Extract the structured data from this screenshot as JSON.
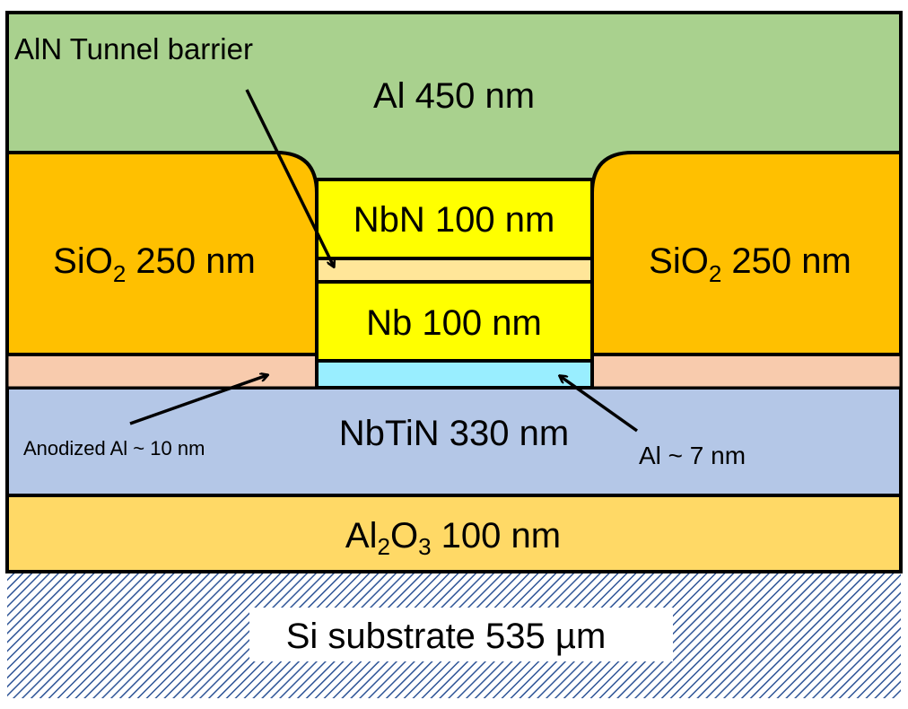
{
  "title": "Josephson junction layer stack cross-section",
  "layers": {
    "al_top": {
      "label": "Al 450 nm",
      "color": "#A9D18E"
    },
    "sio2_left": {
      "label_main": "SiO",
      "label_sub": "2",
      "label_rest": " 250 nm",
      "color": "#FFC000"
    },
    "sio2_right": {
      "label_main": "SiO",
      "label_sub": "2",
      "label_rest": " 250 nm",
      "color": "#FFC000"
    },
    "nbn": {
      "label": "NbN 100 nm",
      "color": "#FFFF00"
    },
    "aln": {
      "color": "#FFE699"
    },
    "nb": {
      "label": "Nb 100 nm",
      "color": "#FFFF00"
    },
    "al_thin": {
      "color": "#99EEFF"
    },
    "anodized": {
      "color": "#F8CBAD"
    },
    "nbtin": {
      "label": "NbTiN 330 nm",
      "color": "#B4C7E7"
    },
    "al2o3": {
      "label_a": "Al",
      "label_sub1": "2",
      "label_b": "O",
      "label_sub2": "3",
      "label_rest": " 100 nm",
      "color": "#FFD966"
    },
    "si": {
      "label": "Si substrate 535 µm",
      "hatch_color": "#2F5597"
    }
  },
  "annotations": {
    "aln_barrier": "AlN Tunnel barrier",
    "anodized_al": "Anodized Al ~ 10 nm",
    "al_7nm": "Al ~ 7 nm"
  }
}
